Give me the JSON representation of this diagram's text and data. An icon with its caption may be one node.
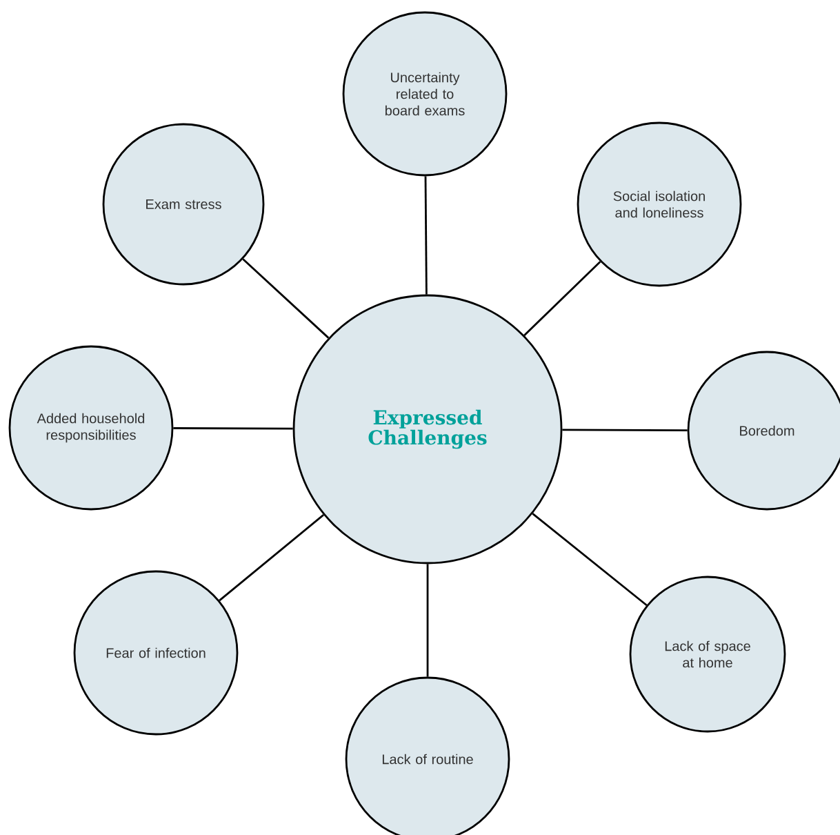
{
  "diagram": {
    "nodes": [
      {
        "text": [
          "Expressed Challenges"
        ]
      },
      {
        "text": [
          "Uncertainty related to board exams"
        ]
      },
      {
        "text": [
          "Exam stress"
        ]
      },
      {
        "text": [
          "Social isolation and loneliness"
        ]
      },
      {
        "text": [
          "Added household responsibilities"
        ]
      },
      {
        "text": [
          "Boredom"
        ]
      },
      {
        "text": [
          "Fear of infection"
        ]
      },
      {
        "text": [
          "Lack of space at home"
        ]
      },
      {
        "text": [
          "Lack of routine"
        ]
      }
    ],
    "edges": [
      {
        "from": 0,
        "to": 1,
        "arrow": "none"
      },
      {
        "from": 0,
        "to": 2,
        "arrow": "none"
      },
      {
        "from": 0,
        "to": 3,
        "arrow": "none"
      },
      {
        "from": 0,
        "to": 4,
        "arrow": "none"
      },
      {
        "from": 0,
        "to": 5,
        "arrow": "none"
      },
      {
        "from": 0,
        "to": 6,
        "arrow": "none"
      },
      {
        "from": 0,
        "to": 7,
        "arrow": "none"
      },
      {
        "from": 0,
        "to": 8,
        "arrow": "none"
      }
    ]
  }
}
